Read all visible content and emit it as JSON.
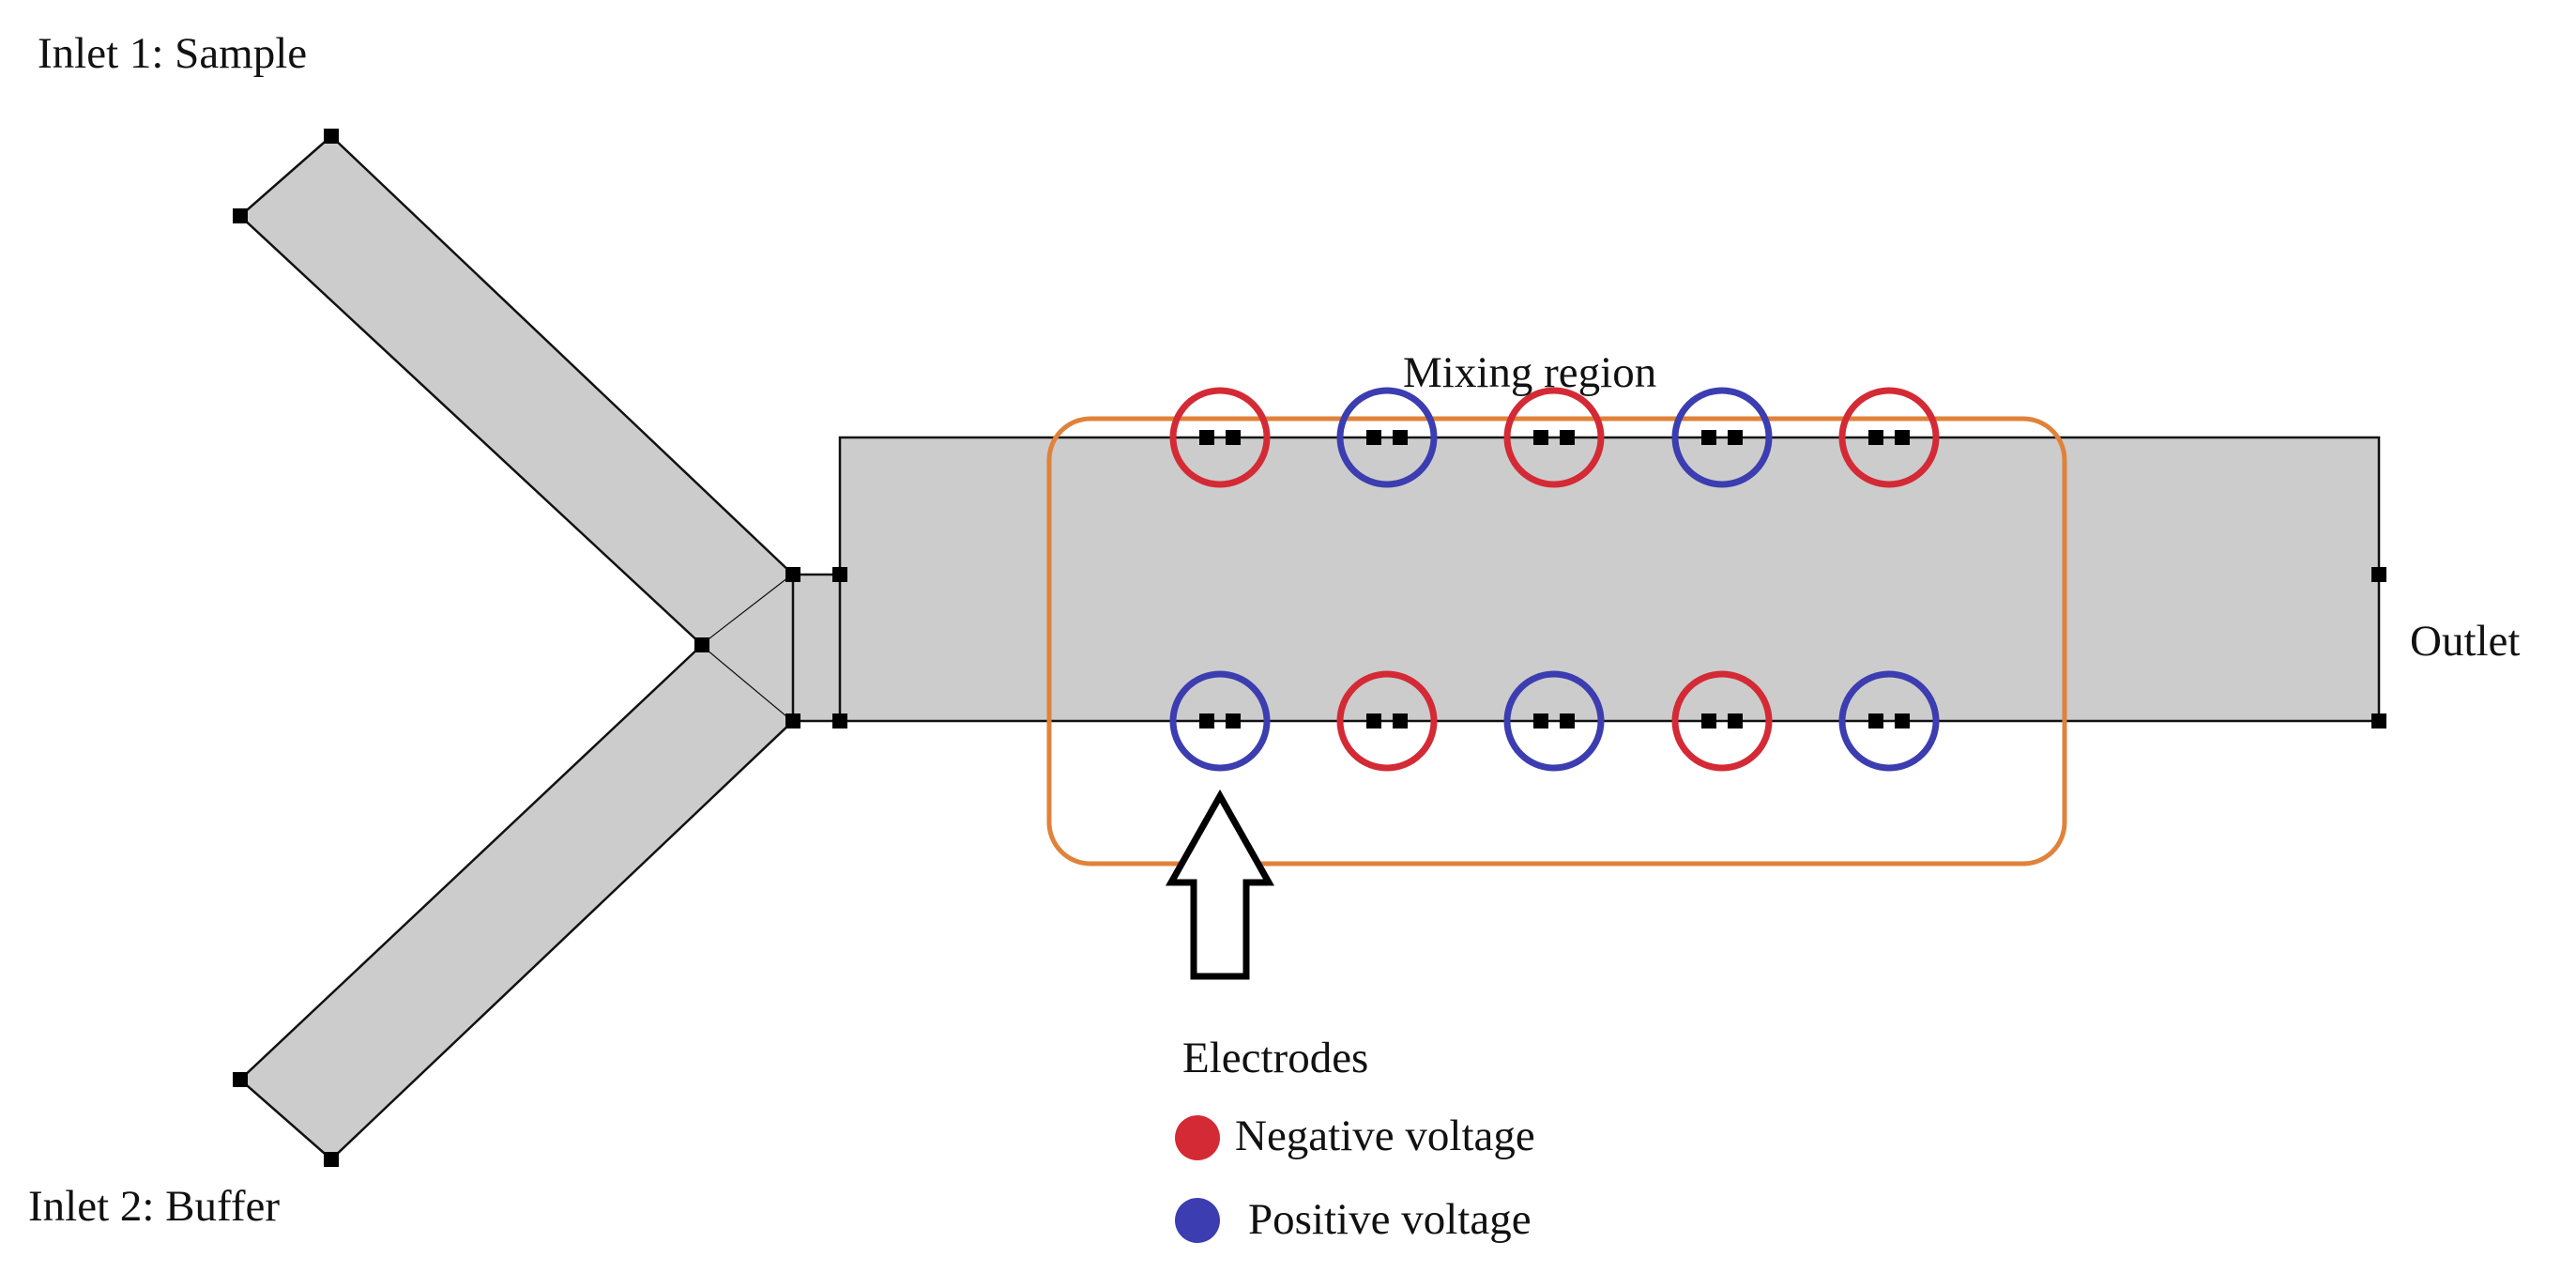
{
  "labels": {
    "inlet1": "Inlet 1: Sample",
    "inlet2": "Inlet 2: Buffer",
    "mixing_region": "Mixing region",
    "outlet": "Outlet",
    "electrodes": "Electrodes"
  },
  "legend": {
    "negative": {
      "label": "Negative voltage",
      "color": "#d42a35"
    },
    "positive": {
      "label": "Positive voltage",
      "color": "#3b3db0"
    }
  },
  "colors": {
    "channel_fill": "#cccccc",
    "channel_stroke": "#111111",
    "mixing_region_border": "#e0823a",
    "node": "#000000"
  },
  "electrodes": {
    "top_row": [
      "negative",
      "positive",
      "negative",
      "positive",
      "negative"
    ],
    "bottom_row": [
      "positive",
      "negative",
      "positive",
      "negative",
      "positive"
    ]
  }
}
